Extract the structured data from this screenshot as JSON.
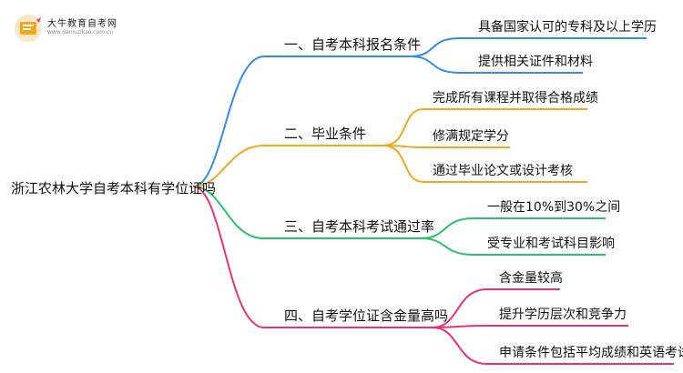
{
  "logo": {
    "title": "大牛教育自考网",
    "url": "www.daniuzikao.com.cn"
  },
  "root": {
    "label": "浙江农林大学自考本科有学位证吗"
  },
  "branches": [
    {
      "label": "一、自考本科报名条件",
      "color": "#2f8de4",
      "children": [
        "具备国家认可的专科及以上学历",
        "提供相关证件和材料"
      ]
    },
    {
      "label": "二、毕业条件",
      "color": "#f0a81c",
      "children": [
        "完成所有课程并取得合格成绩",
        "修满规定学分",
        "通过毕业论文或设计考核"
      ]
    },
    {
      "label": "三、自考本科考试通过率",
      "color": "#2cbf6e",
      "children": [
        "一般在10%到30%之间",
        "受专业和考试科目影响"
      ]
    },
    {
      "label": "四、自考学位证含金量高吗",
      "color": "#e8336f",
      "children": [
        "含金量较高",
        "提升学历层次和竞争力",
        "申请条件包括平均成绩和英语考试"
      ]
    }
  ]
}
